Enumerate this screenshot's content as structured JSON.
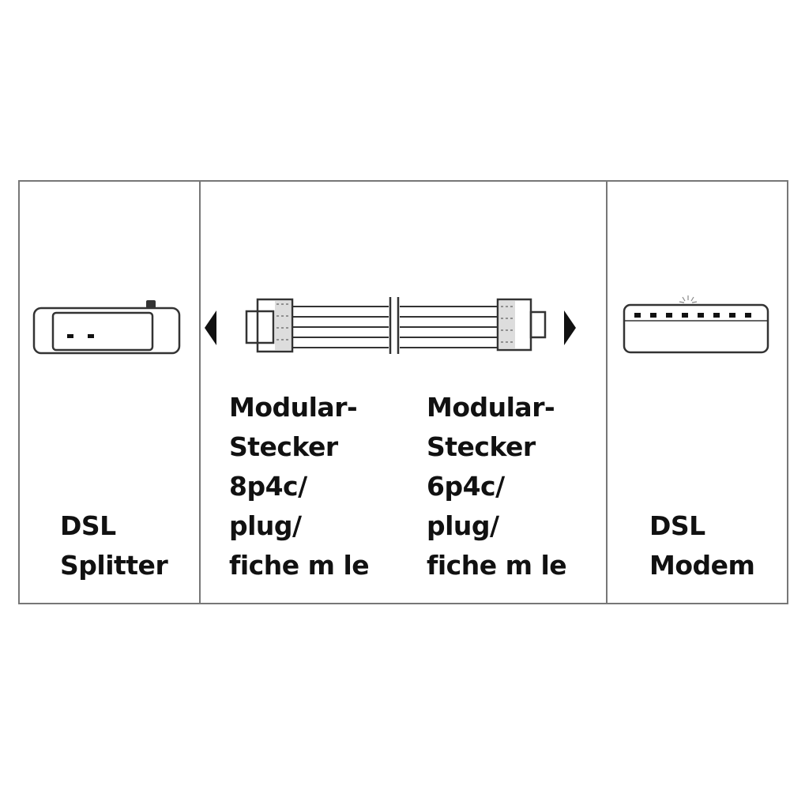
{
  "left_panel": {
    "label_line1": "DSL",
    "label_line2": "Splitter",
    "icon": "dsl-splitter-icon"
  },
  "middle_panel": {
    "left_connector": {
      "line1": "Modular-",
      "line2": "Stecker",
      "line3": "8p4c/",
      "line4": "plug/",
      "line5": "fiche m le"
    },
    "right_connector": {
      "line1": "Modular-",
      "line2": "Stecker",
      "line3": "6p4c/",
      "line4": "plug/",
      "line5": "fiche m le"
    },
    "icon": "modular-cable-icon"
  },
  "right_panel": {
    "label_line1": "DSL",
    "label_line2": "Modem",
    "icon": "dsl-modem-icon"
  },
  "colors": {
    "border": "#777777",
    "text": "#111111",
    "line": "#333333"
  }
}
